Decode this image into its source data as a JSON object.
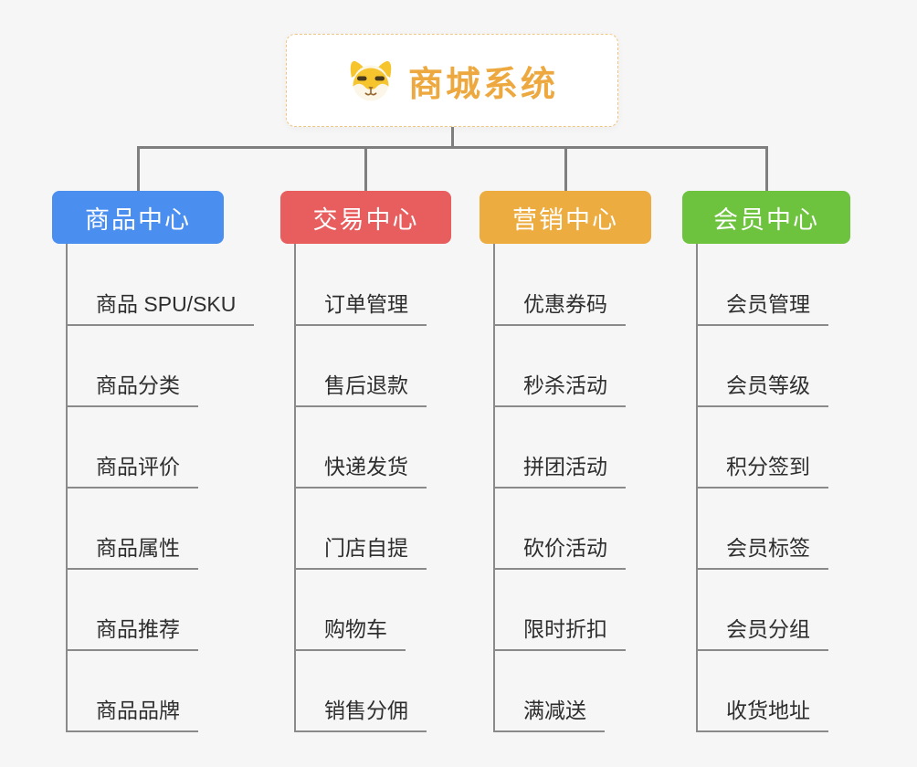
{
  "background_color": "#f6f6f7",
  "connector_color": "#7f7f7f",
  "leaf_line_color": "#8a8a8a",
  "leaf_text_color": "#2e2e2e",
  "root": {
    "title": "商城系统",
    "icon": "shiba-dog-face-icon",
    "title_color": "#EDA93F",
    "border_color": "#F1C57F",
    "icon_colors": {
      "fur_yellow": "#F6C52E",
      "muzzle_cream": "#FCF6E8",
      "features_brown": "#96672F",
      "eyes_dark": "#46371F"
    }
  },
  "branches": [
    {
      "id": "product-center",
      "label": "商品中心",
      "color": "#4A8EF0",
      "children": [
        "商品 SPU/SKU",
        "商品分类",
        "商品评价",
        "商品属性",
        "商品推荐",
        "商品品牌"
      ]
    },
    {
      "id": "trade-center",
      "label": "交易中心",
      "color": "#E85D5D",
      "children": [
        "订单管理",
        "售后退款",
        "快递发货",
        "门店自提",
        "购物车",
        "销售分佣"
      ]
    },
    {
      "id": "marketing-center",
      "label": "营销中心",
      "color": "#EDAC40",
      "children": [
        "优惠券码",
        "秒杀活动",
        "拼团活动",
        "砍价活动",
        "限时折扣",
        "满减送"
      ]
    },
    {
      "id": "member-center",
      "label": "会员中心",
      "color": "#6DC23E",
      "children": [
        "会员管理",
        "会员等级",
        "积分签到",
        "会员标签",
        "会员分组",
        "收货地址"
      ]
    }
  ]
}
